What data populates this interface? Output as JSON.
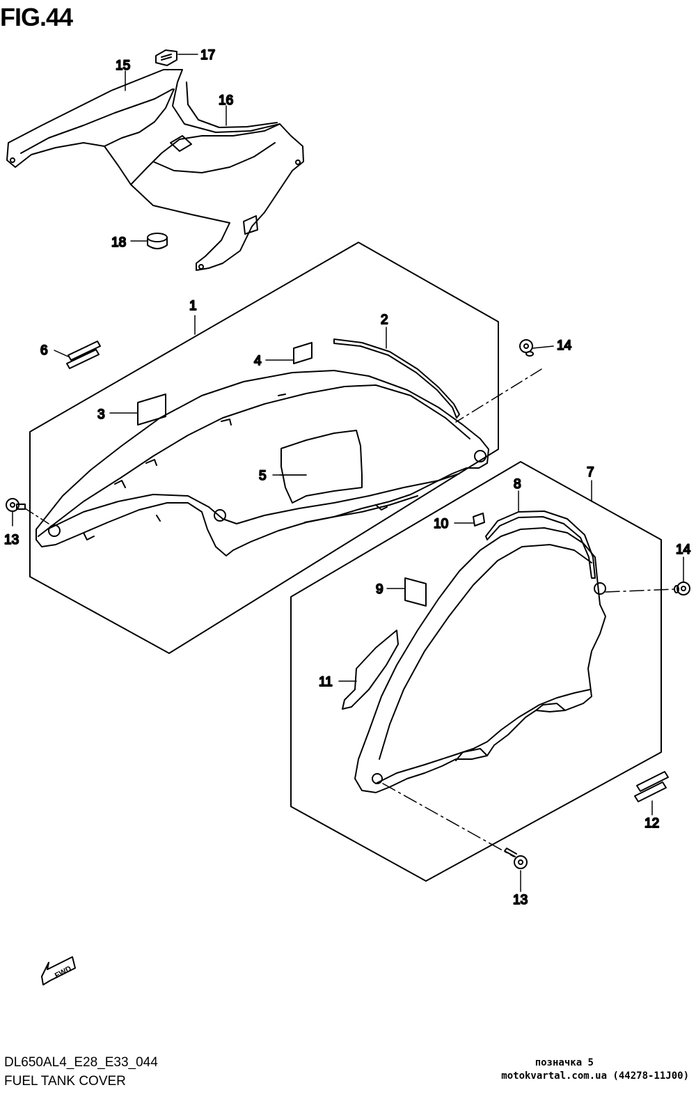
{
  "figure": {
    "title": "FIG.44"
  },
  "callouts": [
    "1",
    "2",
    "3",
    "4",
    "5",
    "6",
    "7",
    "8",
    "9",
    "10",
    "11",
    "12",
    "13",
    "13",
    "14",
    "14",
    "15",
    "16",
    "17",
    "18"
  ],
  "fwd_label": "FWD",
  "footer": {
    "code": "DL650AL4_E28_E33_044",
    "name": "FUEL TANK COVER",
    "mark": "позначка 5",
    "source": "motokvartal.com.ua (44278-11J00)"
  }
}
